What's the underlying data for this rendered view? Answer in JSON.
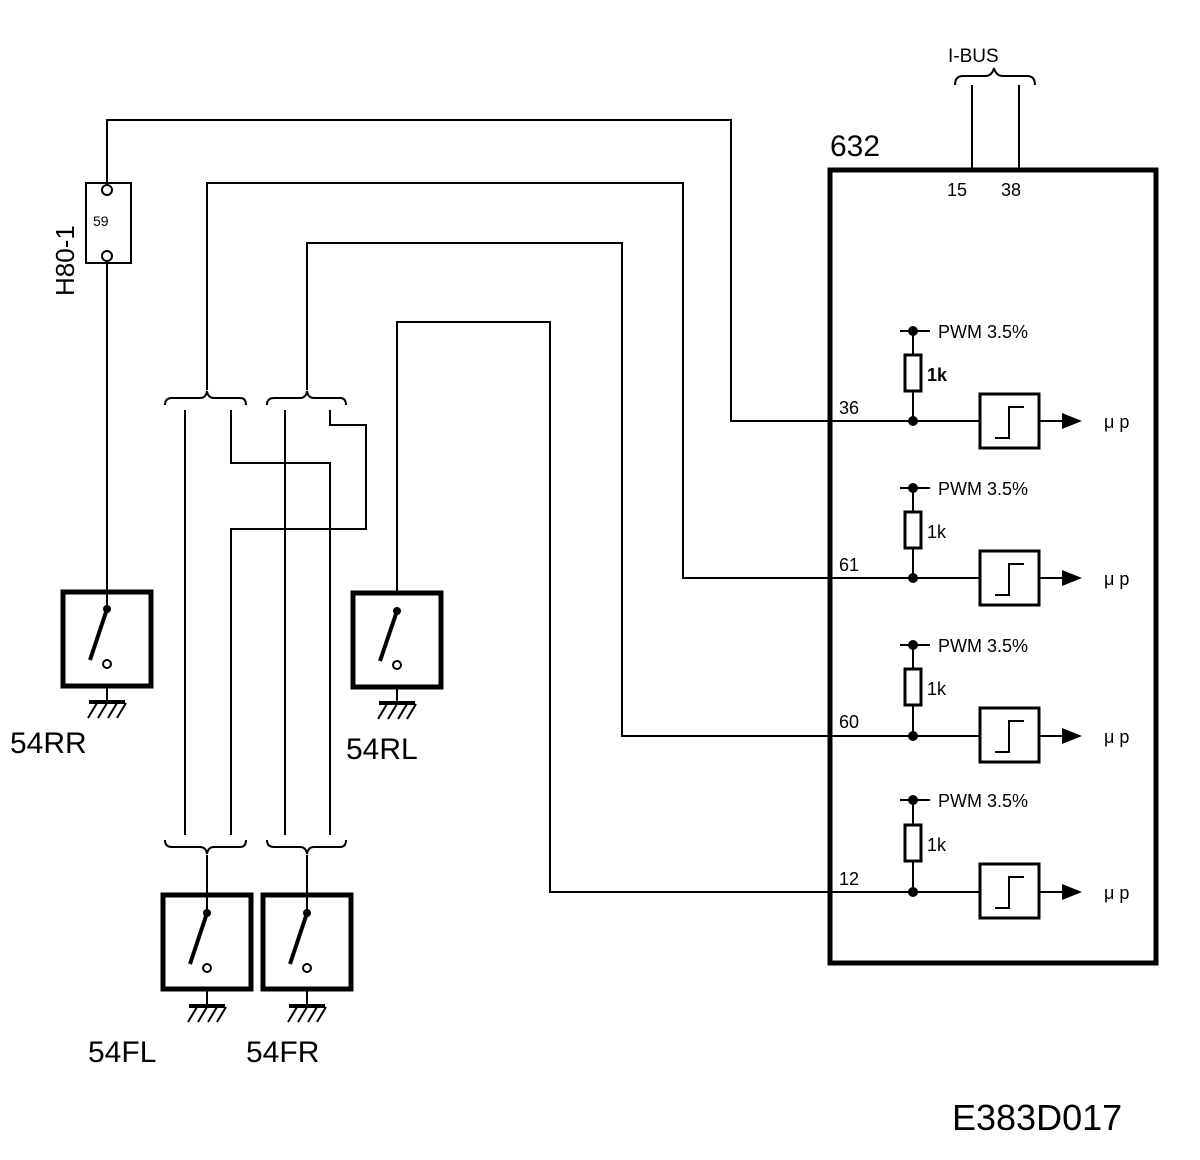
{
  "ibus": {
    "label": "I-BUS",
    "pins": [
      "15",
      "38"
    ]
  },
  "module": {
    "id": "632",
    "channels": [
      {
        "pin": "36",
        "pwm": "PWM 3.5%",
        "resistor": "1k",
        "output": "μ p"
      },
      {
        "pin": "61",
        "pwm": "PWM 3.5%",
        "resistor": "1k",
        "output": "μ p"
      },
      {
        "pin": "60",
        "pwm": "PWM 3.5%",
        "resistor": "1k",
        "output": "μ p"
      },
      {
        "pin": "12",
        "pwm": "PWM 3.5%",
        "resistor": "1k",
        "output": "μ p"
      }
    ]
  },
  "connector": {
    "id": "H80-1",
    "pin": "59"
  },
  "switches": {
    "rr": "54RR",
    "rl": "54RL",
    "fl": "54FL",
    "fr": "54FR"
  },
  "figure_code": "E383D017"
}
